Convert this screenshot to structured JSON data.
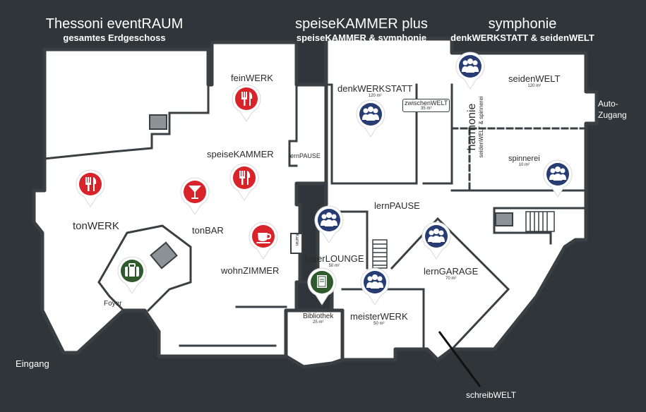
{
  "headers": {
    "eventraum": {
      "title": "Thessoni eventRAUM",
      "subtitle": "gesamtes Erdgeschoss"
    },
    "speisekammer_plus": {
      "title": "speiseKAMMER plus",
      "subtitle": "speiseKAMMER & symphonie"
    },
    "symphonie": {
      "title": "symphonie",
      "subtitle": "denkWERKSTATT & seidenWELT"
    }
  },
  "rooms": {
    "feinwerk": "feinWERK",
    "speisekammer": "speiseKAMMER",
    "lernpause_small": "lernPAUSE",
    "lernpause": "lernPAUSE",
    "denkwerkstatt": {
      "name": "denkWERKSTATT",
      "size": "120 m²"
    },
    "zwischenwelt": {
      "name": "zwischenWELT",
      "size": "35 m²"
    },
    "seidenwelt": {
      "name": "seidenWELT",
      "size": "120 m²"
    },
    "harmonie": {
      "name": "harmonie",
      "sub": "seidenWELT & spinnerei"
    },
    "spinnerei": {
      "name": "spinnerei",
      "size": "10 m²"
    },
    "tonwerk": "tonWERK",
    "tonbar": "tonBAR",
    "wohnzimmer": "wohnZIMMER",
    "feuerlounge": {
      "name": "feuerLOUNGE",
      "size": "50 m²"
    },
    "kamin": "Kamin",
    "lerngarage": {
      "name": "lernGARAGE",
      "size": "70 m²"
    },
    "bibliothek": {
      "name": "Bibliothek",
      "size": "25 m²"
    },
    "meisterwerk": {
      "name": "meisterWERK",
      "size": "50 m²"
    },
    "foyer": "Foyer"
  },
  "outside": {
    "eingang": "Eingang",
    "auto_zugang_1": "Auto-",
    "auto_zugang_2": "Zugang",
    "schreibwelt": "schreibWELT"
  },
  "colors": {
    "background": "#2f3539",
    "floor": "#ffffff",
    "walls": "#3a3f43",
    "pin_red": "#d9232a",
    "pin_blue": "#263c73",
    "pin_green": "#2f5a2c"
  },
  "pins": [
    {
      "name": "pin-restaurant-feinwerk",
      "kind": "restaurant",
      "color": "red"
    },
    {
      "name": "pin-restaurant-speisekammer",
      "kind": "restaurant",
      "color": "red"
    },
    {
      "name": "pin-restaurant-tonwerk",
      "kind": "restaurant",
      "color": "red"
    },
    {
      "name": "pin-cocktail-tonbar",
      "kind": "cocktail",
      "color": "red"
    },
    {
      "name": "pin-coffee-wohnzimmer",
      "kind": "coffee",
      "color": "red"
    },
    {
      "name": "pin-people-denkwerkstatt",
      "kind": "people",
      "color": "blue"
    },
    {
      "name": "pin-people-seidenwelt",
      "kind": "people",
      "color": "blue"
    },
    {
      "name": "pin-people-spinnerei",
      "kind": "people",
      "color": "blue"
    },
    {
      "name": "pin-people-feuerlounge",
      "kind": "people",
      "color": "blue"
    },
    {
      "name": "pin-people-lerngarage",
      "kind": "people",
      "color": "blue"
    },
    {
      "name": "pin-people-meisterwerk",
      "kind": "people",
      "color": "blue"
    },
    {
      "name": "pin-book-bibliothek",
      "kind": "book",
      "color": "green"
    },
    {
      "name": "pin-luggage-foyer",
      "kind": "luggage",
      "color": "green"
    }
  ]
}
